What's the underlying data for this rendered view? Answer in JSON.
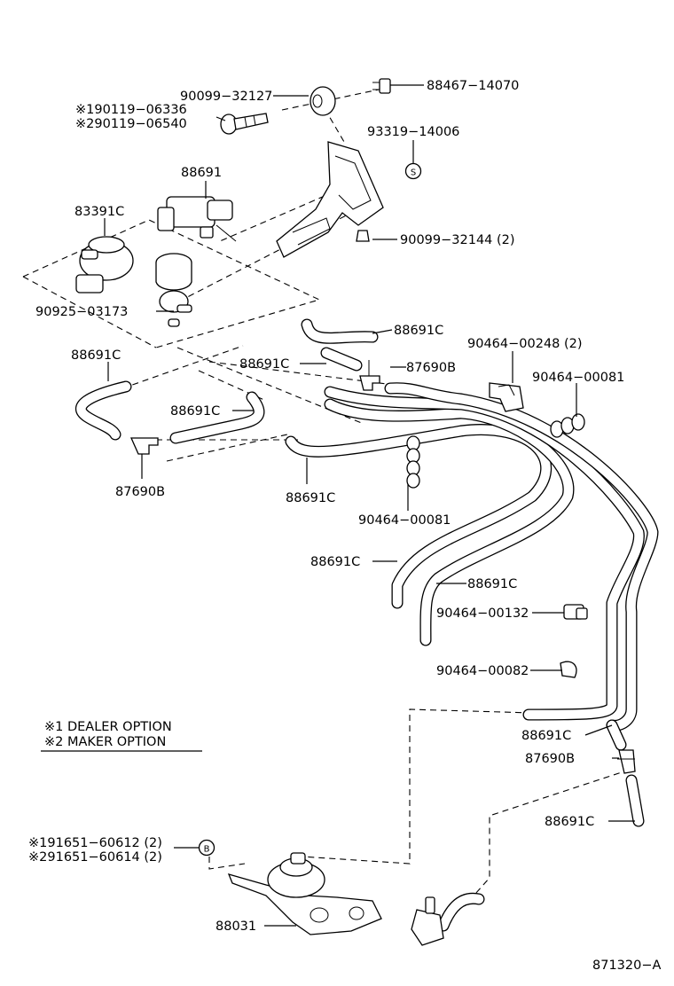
{
  "diagram": {
    "callouts": {
      "p_90099_32127": "90099−32127",
      "p_88467_14070": "88467−14070",
      "p_190119": "※190119−06336",
      "p_290119": "※290119−06540",
      "p_93319": "93319−14006",
      "p_88691": "88691",
      "p_83391c": "83391C",
      "p_90099_32144": "90099−32144 (2)",
      "p_90925": "90925−03173",
      "p_88691c_a": "88691C",
      "p_90464_00248": "90464−00248 (2)",
      "p_88691c_b": "88691C",
      "p_88691c_c": "88691C",
      "p_87690b_a": "87690B",
      "p_90464_00081_a": "90464−00081",
      "p_88691c_d": "88691C",
      "p_87690b_b": "87690B",
      "p_88691c_e": "88691C",
      "p_90464_00081_b": "90464−00081",
      "p_88691c_f": "88691C",
      "p_88691c_g": "88691C",
      "p_90464_00132": "90464−00132",
      "p_90464_00082": "90464−00082",
      "p_88691c_h": "88691C",
      "p_87690b_c": "87690B",
      "p_88691c_i": "88691C",
      "p_191651": "※191651−60612 (2)",
      "p_291651": "※291651−60614 (2)",
      "p_88031": "88031",
      "sheet_id": "871320−A"
    },
    "symbols": {
      "s_mark": "S",
      "b_mark": "B"
    },
    "legend": {
      "note1": "※1 DEALER OPTION",
      "note2": "※2 MAKER OPTION"
    }
  }
}
